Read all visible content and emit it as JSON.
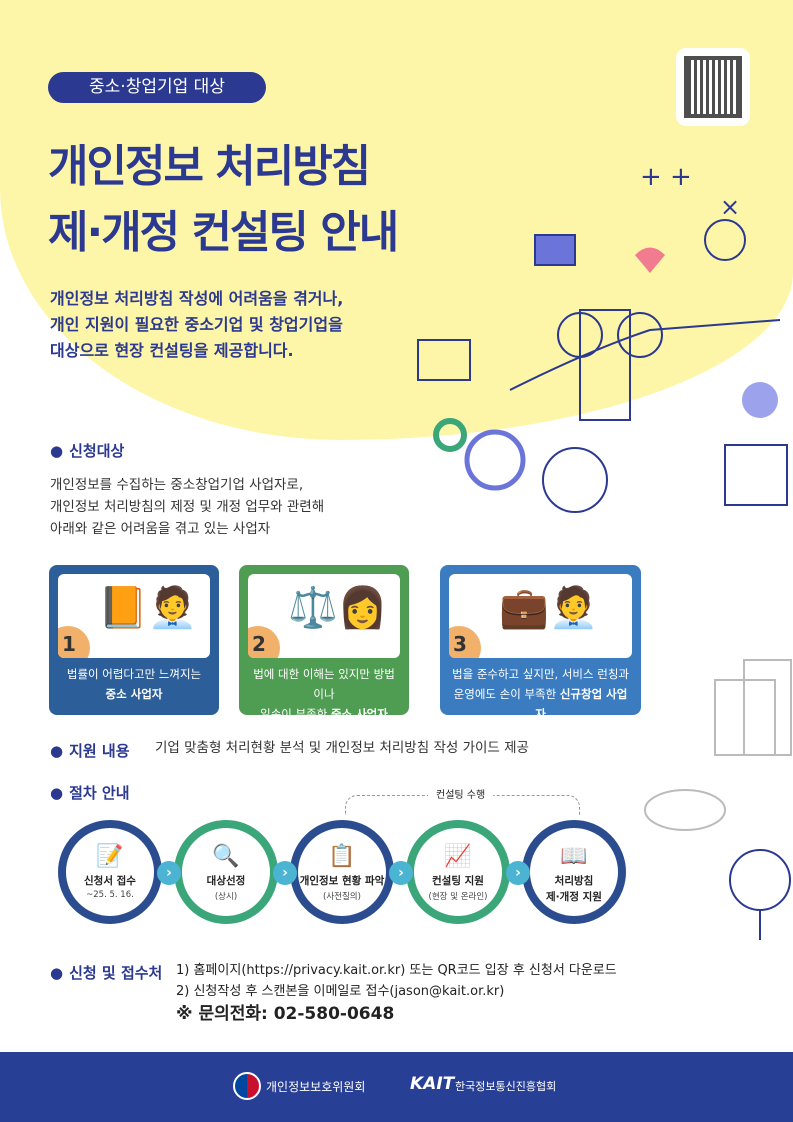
{
  "badge": "중소·창업기업 대상",
  "title": [
    "개인정보 처리방침",
    "제·개정 컨설팅 안내"
  ],
  "subtitle": [
    "개인정보 처리방침 작성에 어려움을 겪거나,",
    "개인 지원이 필요한 중소기업 및 창업기업을",
    "대상으로 현장 컨설팅을 제공합니다."
  ],
  "target": {
    "heading": "신청대상",
    "lines": [
      "개인정보를 수집하는 중소창업기업 사업자로,",
      "개인정보 처리방침의 제정 및 개정 업무와 관련해",
      "아래와 같은 어려움을 겪고 있는 사업자"
    ]
  },
  "cards": [
    {
      "num": "1",
      "line1": "법률이 어렵다고만 느껴지는",
      "bold": "중소 사업자",
      "pre": "",
      "color": "#2c5f99"
    },
    {
      "num": "2",
      "line1": "법에 대한 이해는 있지만 방법이나",
      "pre": "일손이 부족한 ",
      "bold": "중소 사업자",
      "color": "#4f9d52"
    },
    {
      "num": "3",
      "line1": "법을 준수하고 싶지만, 서비스 런칭과",
      "pre": "운영에도 손이 부족한 ",
      "bold": "신규창업 사업자",
      "color": "#3b7cc0"
    }
  ],
  "support": {
    "heading": "지원 내용",
    "text": "기업 맞춤형 처리현황 분석 및 개인정보 처리방침 작성 가이드 제공"
  },
  "procedure": {
    "heading": "절차 안내",
    "consulting_label": "컨설팅 수행",
    "steps": [
      {
        "label": "신청서 접수",
        "sub": "~25. 5. 16."
      },
      {
        "label": "대상선정",
        "sub": "(상시)"
      },
      {
        "label": "개인정보 현황 파악",
        "sub": "(사전질의)"
      },
      {
        "label": "컨설팅 지원",
        "sub": "(현장 및 온라인)"
      },
      {
        "label": "처리방침",
        "sub": "제·개정 지원"
      }
    ]
  },
  "apply": {
    "heading": "신청 및 접수처",
    "line1": "1) 홈페이지(https://privacy.kait.or.kr) 또는 QR코드 입장 후  신청서 다운로드",
    "line2": "2) 신청작성 후 스캔본을 이메일로 접수(jason@kait.or.kr)",
    "phone": "※ 문의전화: 02-580-0648"
  },
  "footer": {
    "org1": "개인정보보호위원회",
    "kait": "KAIT",
    "org2": "한국정보통신진흥협회"
  }
}
